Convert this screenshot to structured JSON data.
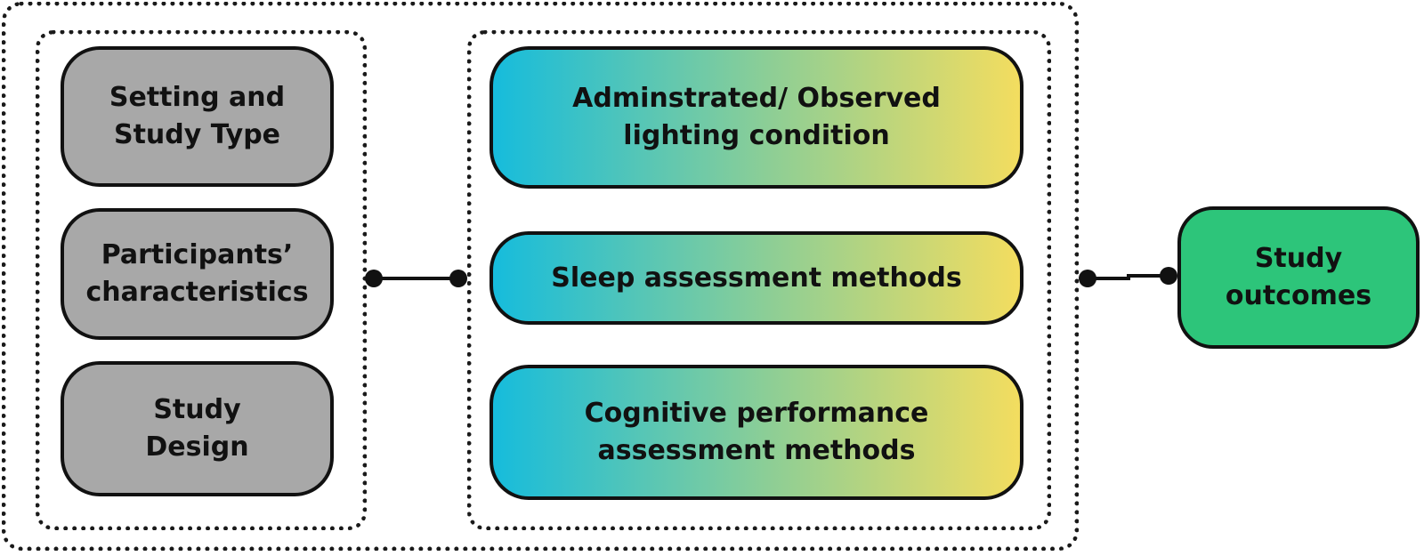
{
  "left_group": {
    "boxes": [
      {
        "label": "Setting and\nStudy Type"
      },
      {
        "label": "Participants’\ncharacteristics"
      },
      {
        "label": "Study\nDesign"
      }
    ]
  },
  "middle_group": {
    "boxes": [
      {
        "label": "Adminstrated/ Observed\nlighting condition"
      },
      {
        "label": "Sleep assessment methods"
      },
      {
        "label": "Cognitive performance\nassessment methods"
      }
    ]
  },
  "outcomes": {
    "label": "Study\noutcomes"
  },
  "colors": {
    "grey_box": "#a8a8a8",
    "gradient_start": "#16bcdc",
    "gradient_mid": "#8cce96",
    "gradient_end": "#f3dd5f",
    "outcome_box": "#2dc57a",
    "line": "#111111"
  }
}
